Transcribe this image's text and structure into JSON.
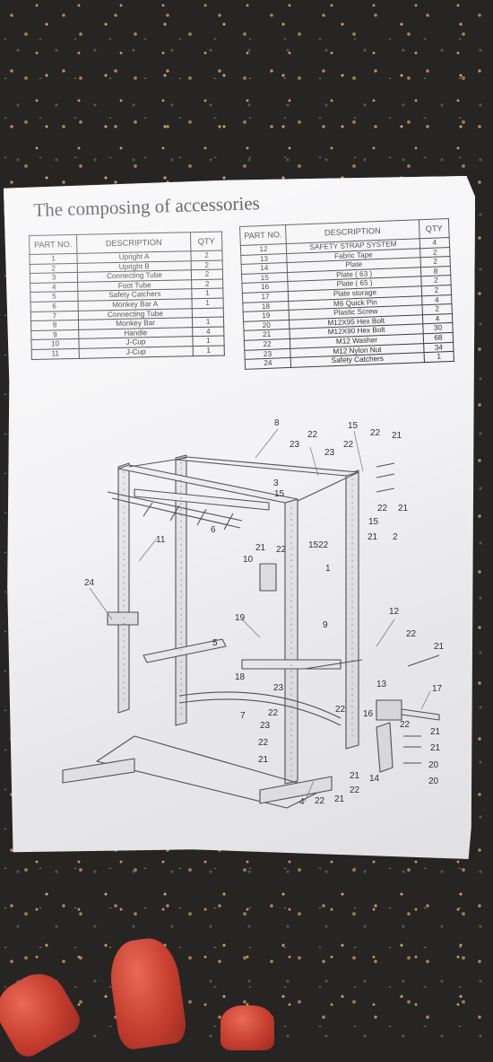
{
  "title": "The composing of accessories",
  "table_left": {
    "headers": {
      "part": "PART NO.",
      "desc": "DESCRIPTION",
      "qty": "QTY"
    },
    "rows": [
      {
        "part": "1",
        "desc": "Upright A",
        "qty": "2"
      },
      {
        "part": "2",
        "desc": "Upright B",
        "qty": "2"
      },
      {
        "part": "3",
        "desc": "Connecting Tube",
        "qty": "2"
      },
      {
        "part": "4",
        "desc": "Foot Tube",
        "qty": "2"
      },
      {
        "part": "5",
        "desc": "Safety Catchers",
        "qty": "1"
      },
      {
        "part": "6",
        "desc": "Monkey Bar A",
        "qty": "1"
      },
      {
        "part": "7",
        "desc": "Connecting Tube",
        "qty": ""
      },
      {
        "part": "8",
        "desc": "Monkey Bar",
        "qty": "1"
      },
      {
        "part": "9",
        "desc": "Handle",
        "qty": "4"
      },
      {
        "part": "10",
        "desc": "J-Cup",
        "qty": "1"
      },
      {
        "part": "11",
        "desc": "J-Cup",
        "qty": "1"
      }
    ]
  },
  "table_right": {
    "headers": {
      "part": "PART NO.",
      "desc": "DESCRIPTION",
      "qty": "QTY"
    },
    "rows": [
      {
        "part": "12",
        "desc": "SAFETY STRAP SYSTEM",
        "qty": "4"
      },
      {
        "part": "13",
        "desc": "Fabric Tape",
        "qty": "2"
      },
      {
        "part": "14",
        "desc": "Plate",
        "qty": "2"
      },
      {
        "part": "15",
        "desc": "Plate ( 63 )",
        "qty": "8"
      },
      {
        "part": "16",
        "desc": "Plate ( 65 )",
        "qty": "2"
      },
      {
        "part": "17",
        "desc": "Plate storage",
        "qty": "2"
      },
      {
        "part": "18",
        "desc": "M6 Quick Pin",
        "qty": "4"
      },
      {
        "part": "19",
        "desc": "Plastic Screw",
        "qty": "2"
      },
      {
        "part": "20",
        "desc": "M12X95 Hex Bolt",
        "qty": "4"
      },
      {
        "part": "21",
        "desc": "M12X90 Hex Bolt",
        "qty": "30"
      },
      {
        "part": "22",
        "desc": "M12 Washer",
        "qty": "68"
      },
      {
        "part": "23",
        "desc": "M12 Nylon Nut",
        "qty": "34"
      },
      {
        "part": "24",
        "desc": "Safety Catchers",
        "qty": "1"
      }
    ]
  },
  "callouts": [
    {
      "label": "8"
    },
    {
      "label": "15"
    },
    {
      "label": "22"
    },
    {
      "label": "21"
    },
    {
      "label": "22"
    },
    {
      "label": "23"
    },
    {
      "label": "23"
    },
    {
      "label": "22"
    },
    {
      "label": "3"
    },
    {
      "label": "15"
    },
    {
      "label": "22"
    },
    {
      "label": "21"
    },
    {
      "label": "15"
    },
    {
      "label": "11"
    },
    {
      "label": "6"
    },
    {
      "label": "21"
    },
    {
      "label": "22"
    },
    {
      "label": "1522"
    },
    {
      "label": "21"
    },
    {
      "label": "2"
    },
    {
      "label": "10"
    },
    {
      "label": "1"
    },
    {
      "label": "24"
    },
    {
      "label": "12"
    },
    {
      "label": "19"
    },
    {
      "label": "9"
    },
    {
      "label": "22"
    },
    {
      "label": "5"
    },
    {
      "label": "21"
    },
    {
      "label": "18"
    },
    {
      "label": "13"
    },
    {
      "label": "23"
    },
    {
      "label": "17"
    },
    {
      "label": "7"
    },
    {
      "label": "22"
    },
    {
      "label": "22"
    },
    {
      "label": "16"
    },
    {
      "label": "23"
    },
    {
      "label": "22"
    },
    {
      "label": "21"
    },
    {
      "label": "22"
    },
    {
      "label": "21"
    },
    {
      "label": "21"
    },
    {
      "label": "20"
    },
    {
      "label": "21"
    },
    {
      "label": "14"
    },
    {
      "label": "20"
    },
    {
      "label": "22"
    },
    {
      "label": "4"
    },
    {
      "label": "22"
    },
    {
      "label": "21"
    }
  ]
}
